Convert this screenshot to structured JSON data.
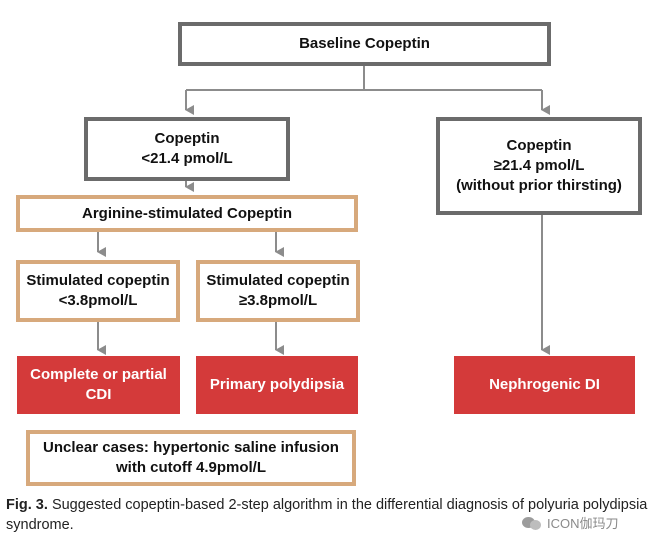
{
  "boxes": {
    "baseline": "Baseline Copeptin",
    "low": [
      "Copeptin",
      "<21.4 pmol/L"
    ],
    "high": [
      "Copeptin",
      "≥21.4 pmol/L",
      "(without prior thirsting)"
    ],
    "arginine": "Arginine-stimulated Copeptin",
    "stim_low": [
      "Stimulated copeptin",
      "<3.8pmol/L"
    ],
    "stim_high": [
      "Stimulated copeptin",
      "≥3.8pmol/L"
    ],
    "cdi": [
      "Complete or partial",
      "CDI"
    ],
    "primary": "Primary polydipsia",
    "nephrogenic": "Nephrogenic DI",
    "unclear": [
      "Unclear cases: hypertonic saline infusion",
      "with cutoff 4.9pmol/L"
    ]
  },
  "caption": {
    "label": "Fig. 3.",
    "text": "Suggested copeptin-based 2-step algorithm in the differential diagnosis of polyuria polydipsia syndrome."
  },
  "watermark": "ICON伽玛刀",
  "colors": {
    "gray_border": "#6b6b6b",
    "tan_border": "#d7a97c",
    "red_fill": "#d43a3a",
    "arrow": "#8c8c8c"
  }
}
